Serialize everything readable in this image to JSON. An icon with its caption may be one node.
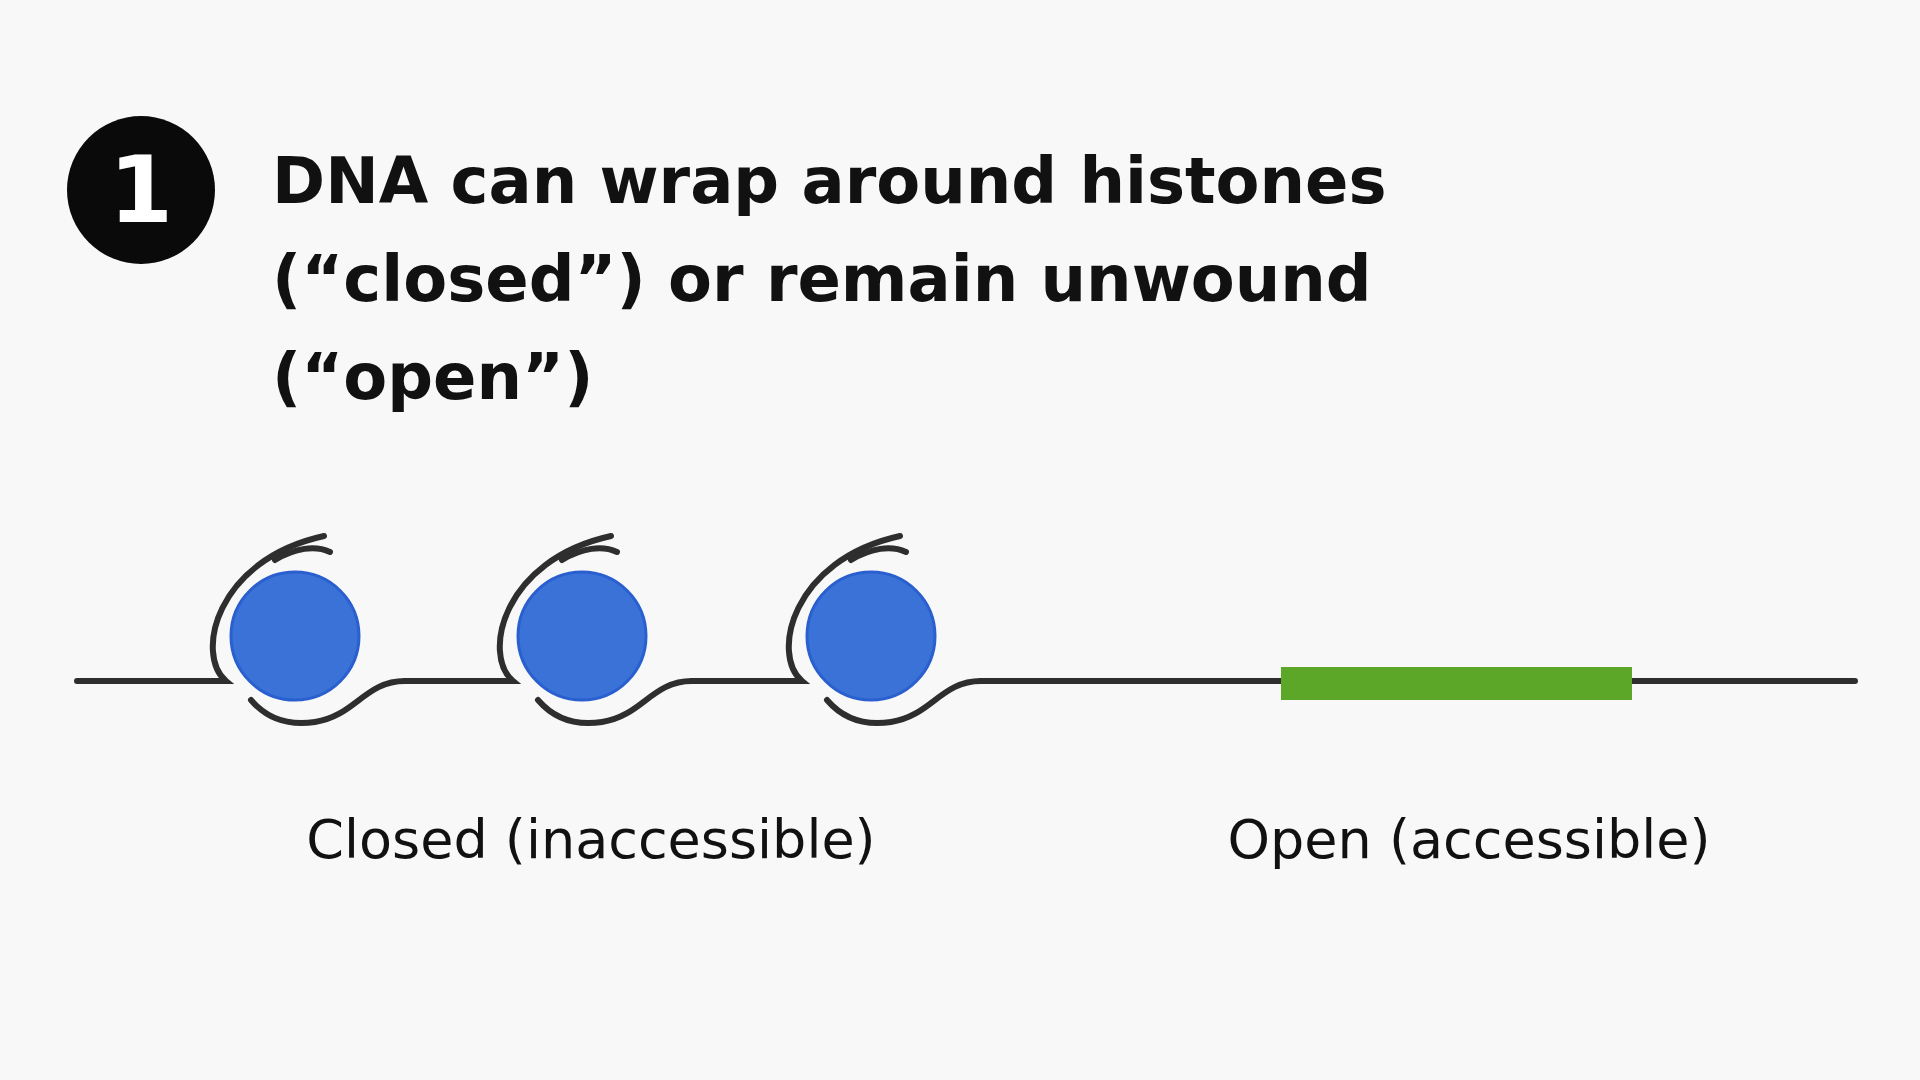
{
  "diagram": {
    "title": "DNA can wrap around histones (“closed”) or remain unwound (“open”)",
    "labels": [
      "1",
      "Closed (inaccessible)",
      "Open (accessible)"
    ]
  }
}
